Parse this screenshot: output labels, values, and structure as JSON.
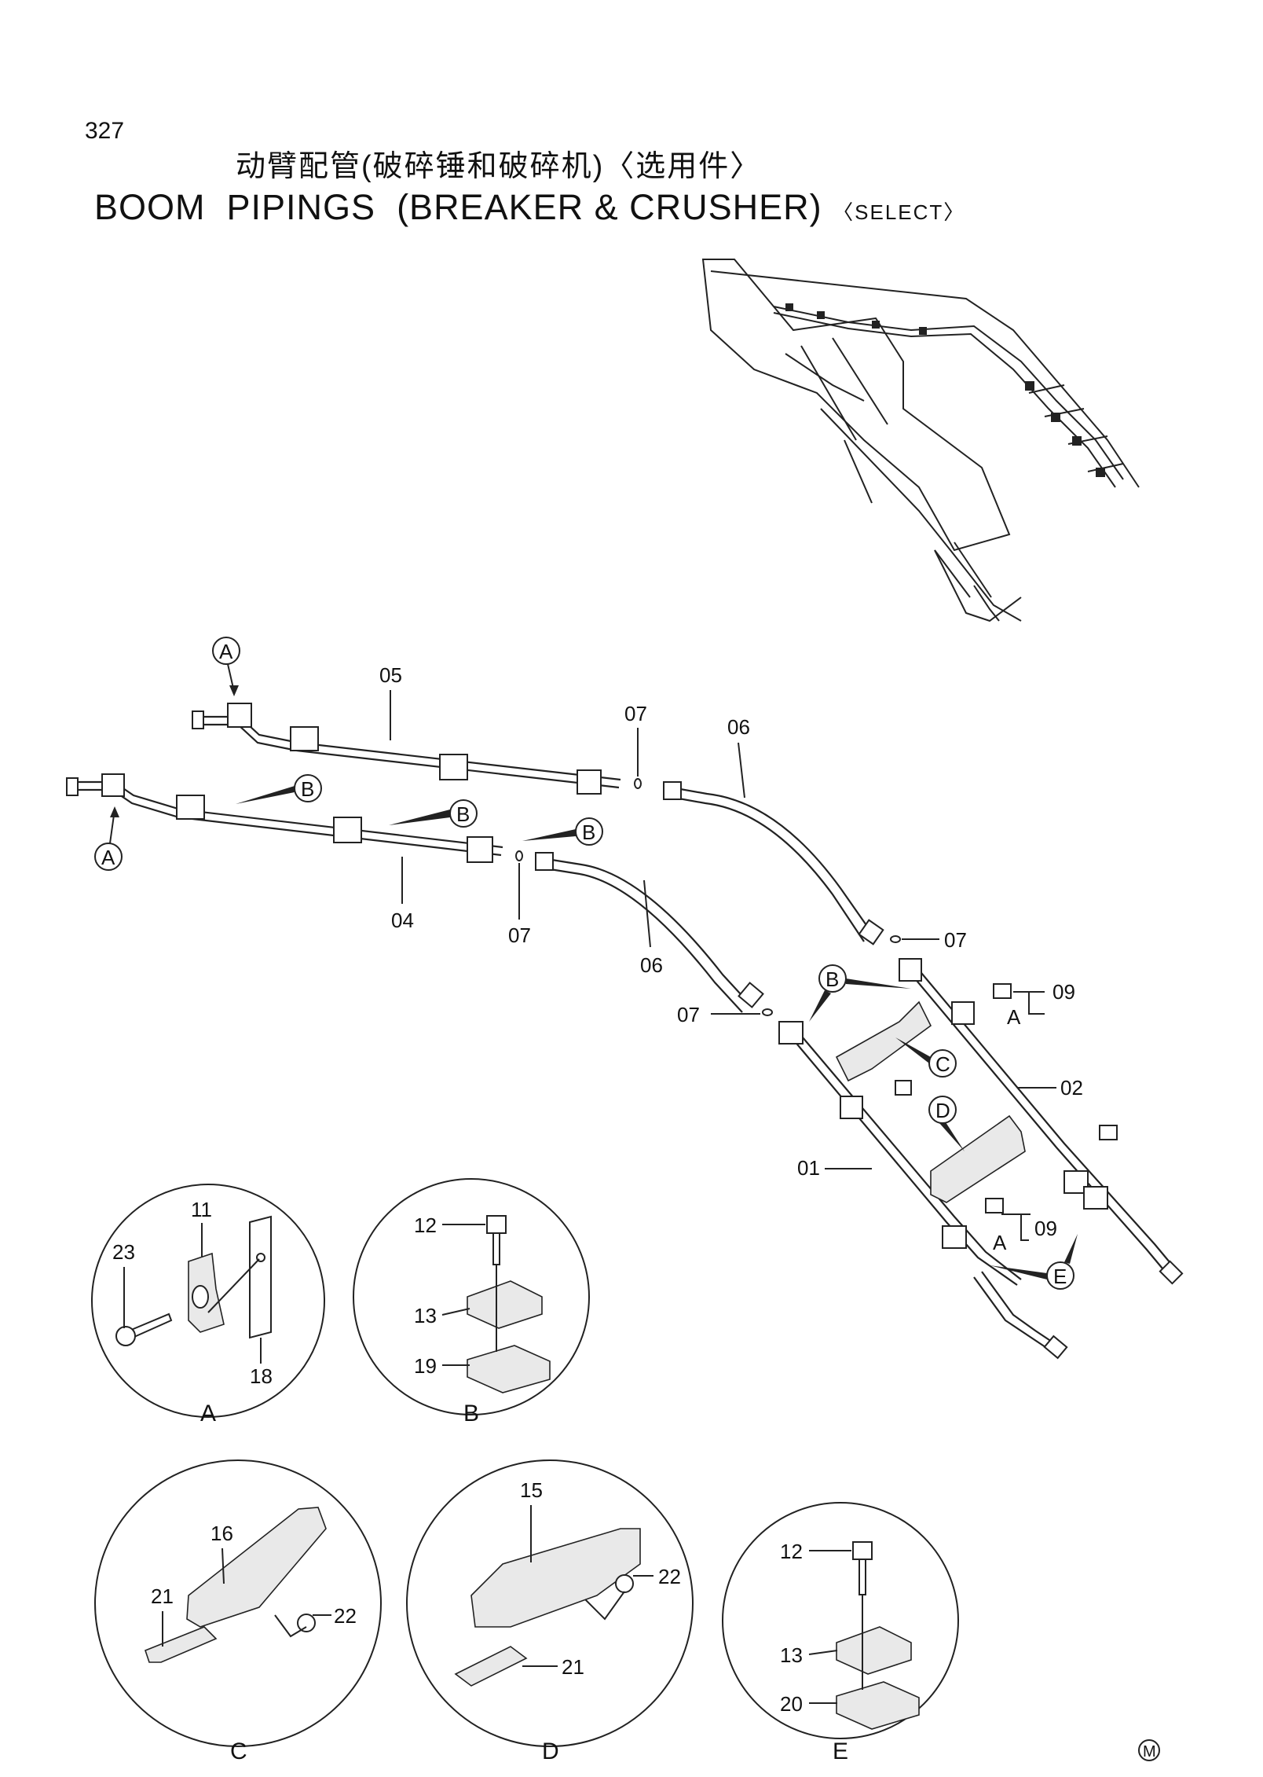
{
  "page": {
    "number": "327",
    "title_cn": "动臂配管(破碎锤和破碎机)〈选用件〉",
    "title_en_main": "BOOM  PIPINGS  (BREAKER & CRUSHER)",
    "title_en_select": "〈SELECT〉",
    "footer_mark": "M"
  },
  "main_labels": {
    "p05": "05",
    "p04": "04",
    "p06a": "06",
    "p06b": "06",
    "p07a": "07",
    "p07b": "07",
    "p07c": "07",
    "p07d": "07",
    "p09a": "09",
    "p09b": "09",
    "p02": "02",
    "p01": "01",
    "sub_a1": "A",
    "sub_a2": "A"
  },
  "callouts": {
    "A1": "A",
    "A2": "A",
    "B1": "B",
    "B2": "B",
    "B3": "B",
    "B4": "B",
    "C": "C",
    "D": "D",
    "E": "E"
  },
  "detail_A": {
    "caption": "A",
    "labels": {
      "p11": "11",
      "p23": "23",
      "p18": "18"
    }
  },
  "detail_B": {
    "caption": "B",
    "labels": {
      "p12": "12",
      "p13": "13",
      "p19": "19"
    }
  },
  "detail_C": {
    "caption": "C",
    "labels": {
      "p16": "16",
      "p21": "21",
      "p22": "22"
    }
  },
  "detail_D": {
    "caption": "D",
    "labels": {
      "p15": "15",
      "p22": "22",
      "p21": "21"
    }
  },
  "detail_E": {
    "caption": "E",
    "labels": {
      "p12": "12",
      "p13": "13",
      "p20": "20"
    }
  }
}
